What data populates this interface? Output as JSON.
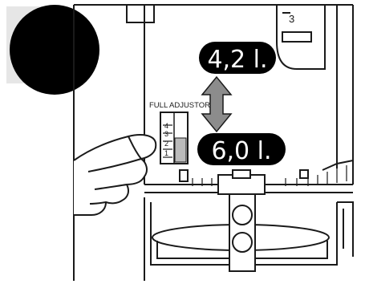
{
  "illustration": {
    "step_marker_color": "#000000",
    "side_panel_color": "#e6e6e6",
    "line_color": "#1a1a1a",
    "badge_fill": "#000000",
    "badge_text_color": "#ffffff",
    "arrow_color": "#8c8c8c"
  },
  "top_scale": {
    "mark": "3"
  },
  "volume_badges": {
    "upper": "4,2 l.",
    "lower": "6,0 l."
  },
  "adjuster": {
    "label": "FULL ADJUSTOR",
    "marks": [
      "4",
      "3",
      "2",
      "1"
    ]
  },
  "icons": {
    "double_arrow": "double-headed-vertical-arrow-icon",
    "hand": "pointing-hand-icon"
  }
}
